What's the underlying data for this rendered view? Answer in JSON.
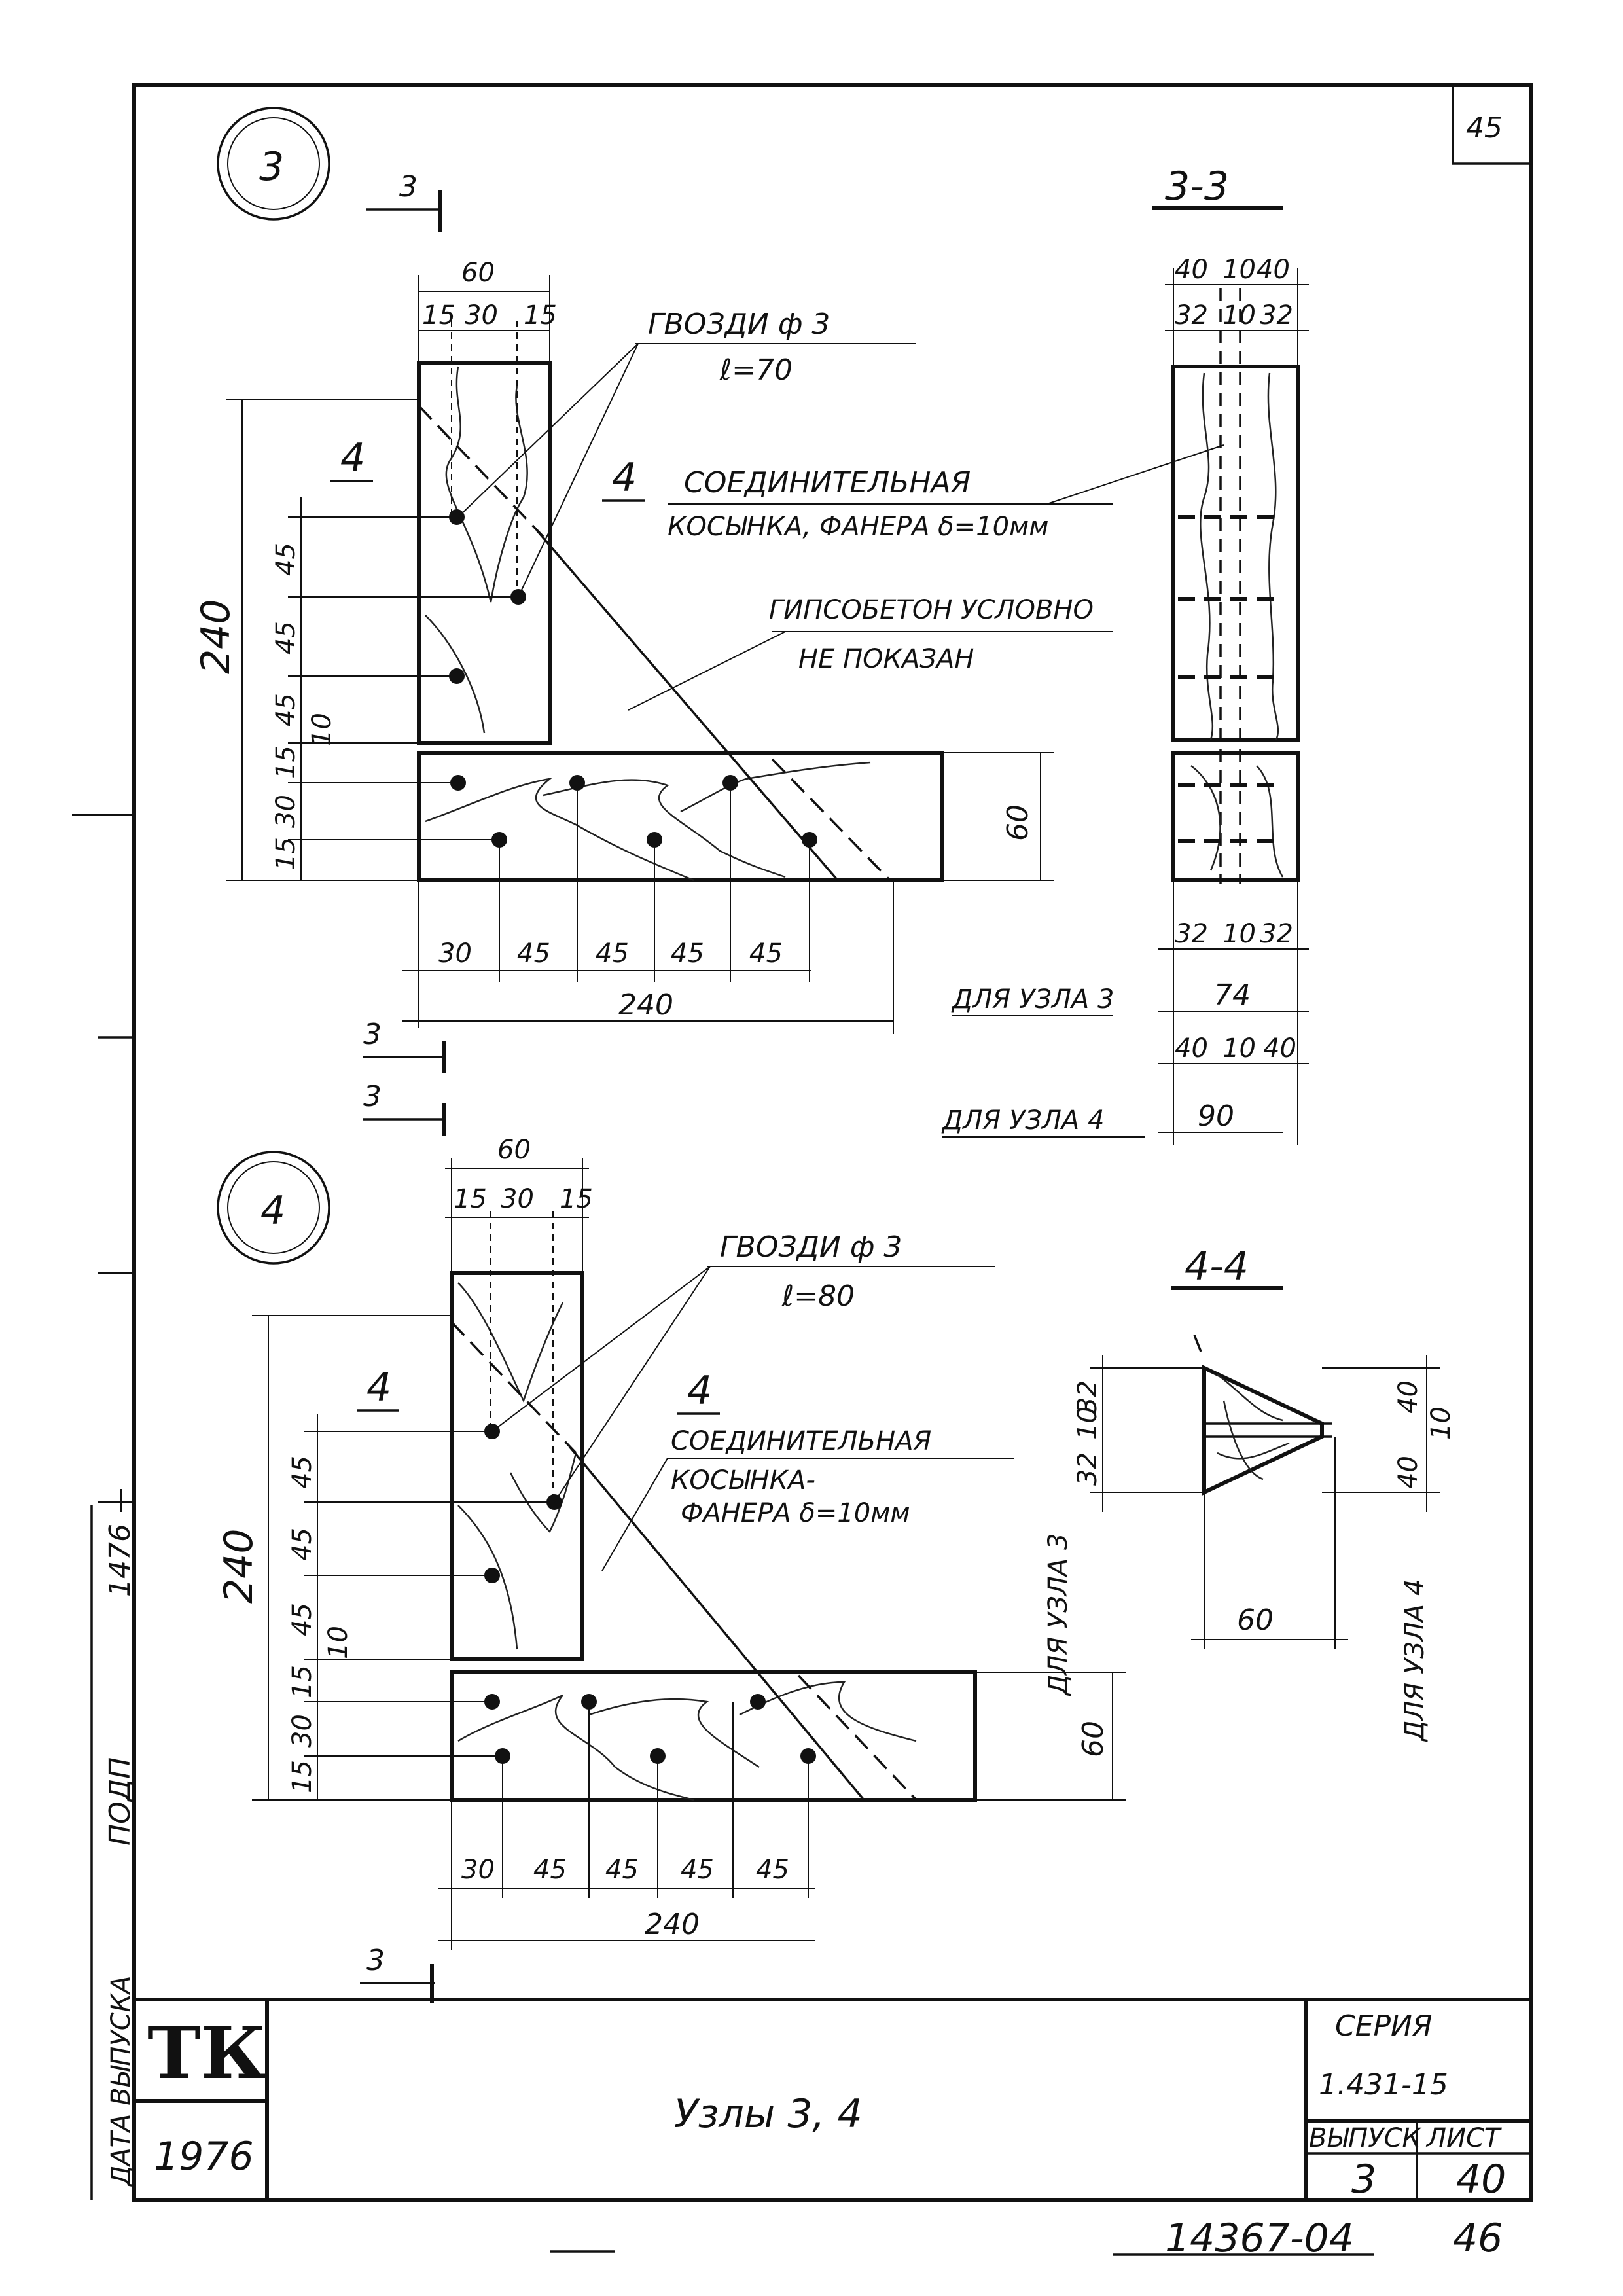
{
  "sheet_number_top": "45",
  "node3": {
    "circle_label": "3",
    "section_marks": [
      "3",
      "3",
      "3"
    ],
    "width_total": "60",
    "width_parts": [
      "15",
      "30",
      "15"
    ],
    "nails_label": "ГВОЗДИ ф 3",
    "nails_length": "ℓ=70",
    "pos_left": "4",
    "pos_right": "4",
    "plate_label_1": "СОЕДИНИТЕЛЬНАЯ",
    "plate_label_2": "КОСЫНКА, ФАНЕРА δ=10мм",
    "gypsum_1": "ГИПСОБЕТОН УСЛОВНО",
    "gypsum_2": "НЕ ПОКАЗАН",
    "height_total": "240",
    "v_dims": [
      "45",
      "45",
      "45",
      "10",
      "15",
      "30",
      "15"
    ],
    "h_dims": [
      "30",
      "45",
      "45",
      "45",
      "45"
    ],
    "h_total": "240",
    "right_height": "60"
  },
  "section33": {
    "title": "3-3",
    "top_dims": [
      "40",
      "10",
      "40"
    ],
    "top_dims2": [
      "32",
      "10",
      "32"
    ],
    "bottom_dims": [
      "32",
      "10",
      "32"
    ],
    "for_node3": "ДЛЯ УЗЛА 3",
    "total_node3": "74",
    "dims_node4": [
      "40",
      "10",
      "40"
    ],
    "for_node4": "ДЛЯ УЗЛА 4",
    "total_node4": "90"
  },
  "node4": {
    "circle_label": "4",
    "section_marks": [
      "3",
      "3"
    ],
    "width_total": "60",
    "width_parts": [
      "15",
      "30",
      "15"
    ],
    "nails_label": "ГВОЗДИ ф 3",
    "nails_length": "ℓ=80",
    "pos_left": "4",
    "pos_right": "4",
    "plate_label_1": "СОЕДИНИТЕЛЬНАЯ",
    "plate_label_2": "КОСЫНКА-",
    "plate_label_3": "ФАНЕРА δ=10мм",
    "height_total": "240",
    "v_dims": [
      "45",
      "45",
      "45",
      "10",
      "15",
      "30",
      "15"
    ],
    "h_dims": [
      "30",
      "45",
      "45",
      "45",
      "45"
    ],
    "h_total": "240",
    "right_height": "60"
  },
  "section44": {
    "title": "4-4",
    "left_dims": [
      "32",
      "10",
      "32"
    ],
    "right_dims": [
      "40",
      "10",
      "40"
    ],
    "for_node3": "ДЛЯ УЗЛА 3",
    "for_node4": "ДЛЯ УЗЛА 4",
    "width": "60"
  },
  "left_margin": {
    "stamp_1476": "1476",
    "podp": "ПОДП",
    "date_release": "ДАТА ВЫПУСКА"
  },
  "title_block": {
    "tk": "ТК",
    "year": "1976",
    "title": "Узлы 3, 4",
    "series_label": "СЕРИЯ",
    "series_value": "1.431-15",
    "issue_label": "ВЫПУСК",
    "sheet_label": "ЛИСТ",
    "issue_value": "3",
    "sheet_value": "40"
  },
  "bottom_code": "14367-04",
  "bottom_page": "46"
}
